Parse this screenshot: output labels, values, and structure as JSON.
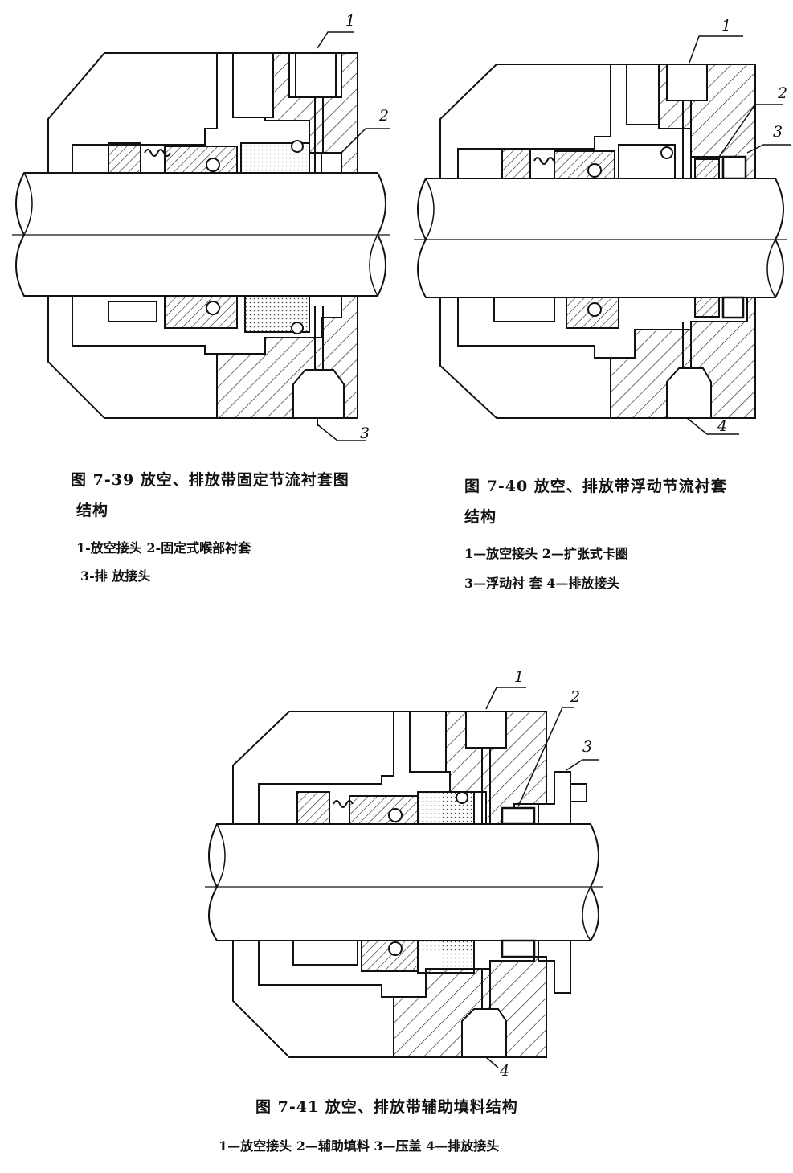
{
  "figures": [
    {
      "caption_line1": "图 7-39   放空、排放带固定节流衬套图",
      "caption_line2": "结构",
      "legend_line1": "1-放空接头   2-固定式喉部衬套",
      "legend_line2": "3-排 放接头",
      "callouts": [
        "1",
        "2",
        "3"
      ]
    },
    {
      "caption_line1": "图 7-40   放空、排放带浮动节流衬套",
      "caption_line2": "结构",
      "legend_line1": "1—放空接头   2—扩张式卡圈",
      "legend_line2": "3—浮动衬 套   4—排放接头",
      "callouts": [
        "1",
        "2",
        "3",
        "4"
      ]
    },
    {
      "caption_line1": "图 7-41   放空、排放带辅助填料结构",
      "legend_line1": "1—放空接头   2—辅助填料   3—压盖   4—排放接头",
      "callouts": [
        "1",
        "2",
        "3",
        "4"
      ]
    }
  ]
}
